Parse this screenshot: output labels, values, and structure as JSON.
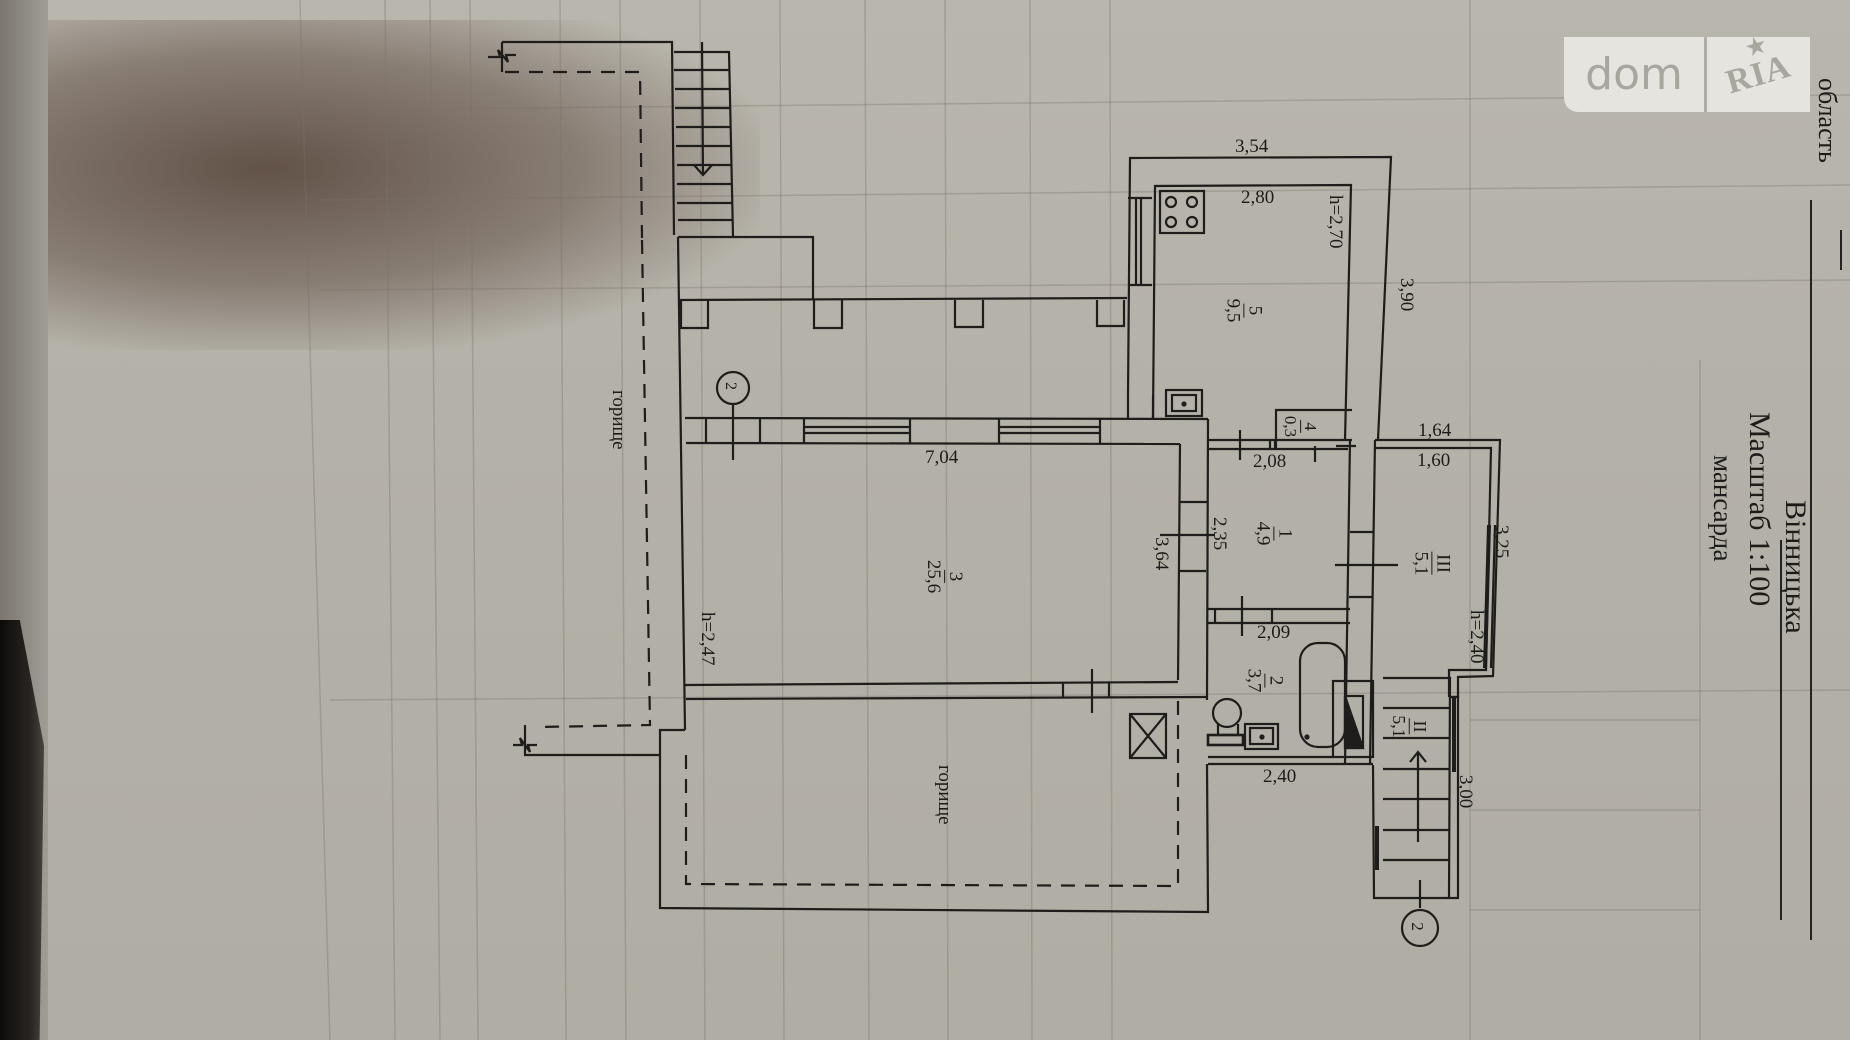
{
  "document": {
    "type": "floor_plan",
    "region_label": "область",
    "city": "Вінницька",
    "scale_label": "Масштаб 1:100",
    "floor_label": "мансарда"
  },
  "watermark": {
    "left": "dom",
    "right": "RIA"
  },
  "rooms": [
    {
      "number": "5",
      "area": "9,5",
      "label_height": "h=2,70"
    },
    {
      "number": "4",
      "area": "0,3"
    },
    {
      "number": "1",
      "area": "4,9"
    },
    {
      "number": "3",
      "area": "25,6",
      "label_height": "h=2,47"
    },
    {
      "number": "2",
      "area": "3,7"
    },
    {
      "number": "III",
      "area": "5,1",
      "label_height": "h=2,40"
    },
    {
      "number": "II",
      "area": "5,1"
    }
  ],
  "attic_labels": [
    "горище",
    "горище"
  ],
  "dimensions": {
    "d354": "3,54",
    "d280": "2,80",
    "d390": "3,90",
    "d164": "1,64",
    "d160": "1,60",
    "d208": "2,08",
    "d704": "7,04",
    "d235": "2,35",
    "d364": "3,64",
    "d325": "3,25",
    "d209": "2,09",
    "d240": "2,40",
    "d300": "3,00"
  },
  "section_markers": [
    "2",
    "2"
  ]
}
